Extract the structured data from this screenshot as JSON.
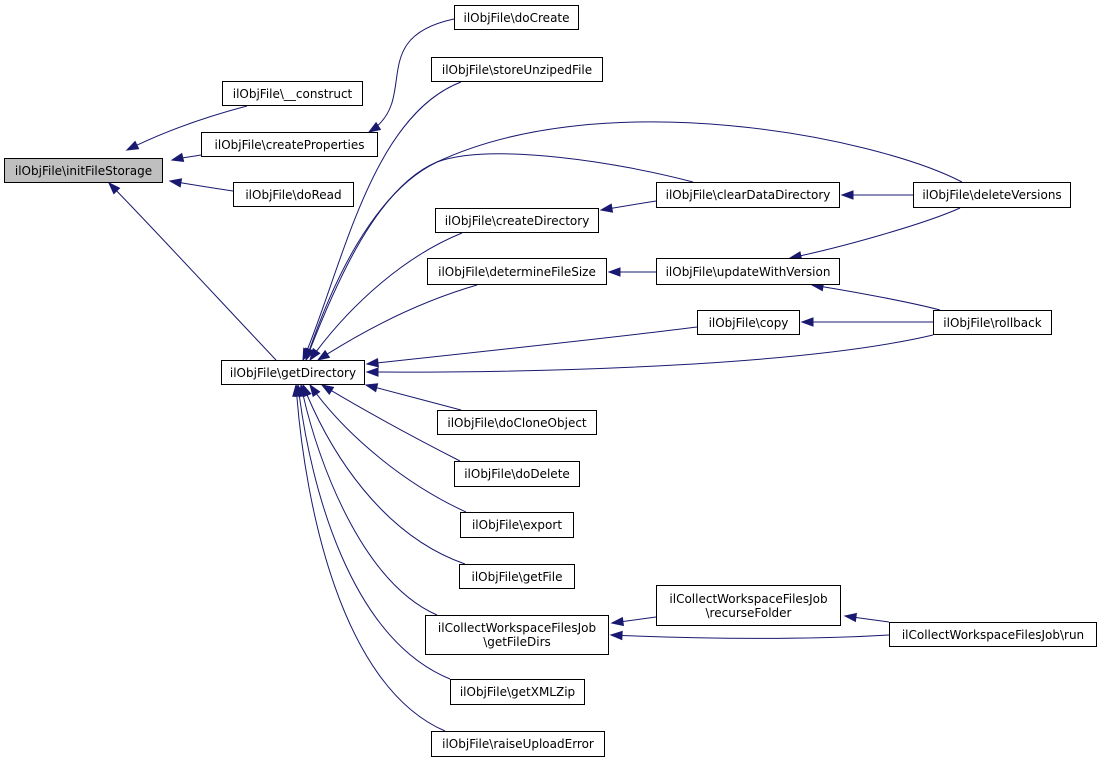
{
  "diagram": {
    "type": "call-graph",
    "colors": {
      "edge": "#191970",
      "node_border": "#000000",
      "root_fill": "#bfbfbf",
      "node_fill": "#ffffff"
    },
    "nodes": [
      {
        "id": "initFileStorage",
        "label": "ilObjFile\\initFileStorage",
        "root": true
      },
      {
        "id": "construct",
        "label": "ilObjFile\\__construct"
      },
      {
        "id": "createProperties",
        "label": "ilObjFile\\createProperties"
      },
      {
        "id": "doRead",
        "label": "ilObjFile\\doRead"
      },
      {
        "id": "getDirectory",
        "label": "ilObjFile\\getDirectory"
      },
      {
        "id": "doCreate",
        "label": "ilObjFile\\doCreate"
      },
      {
        "id": "storeUnzipedFile",
        "label": "ilObjFile\\storeUnzipedFile"
      },
      {
        "id": "createDirectory",
        "label": "ilObjFile\\createDirectory"
      },
      {
        "id": "determineFileSize",
        "label": "ilObjFile\\determineFileSize"
      },
      {
        "id": "doCloneObject",
        "label": "ilObjFile\\doCloneObject"
      },
      {
        "id": "doDelete",
        "label": "ilObjFile\\doDelete"
      },
      {
        "id": "export",
        "label": "ilObjFile\\export"
      },
      {
        "id": "getFile",
        "label": "ilObjFile\\getFile"
      },
      {
        "id": "getFileDirs",
        "label": "ilCollectWorkspaceFilesJob\n\\getFileDirs"
      },
      {
        "id": "getXMLZip",
        "label": "ilObjFile\\getXMLZip"
      },
      {
        "id": "raiseUploadError",
        "label": "ilObjFile\\raiseUploadError"
      },
      {
        "id": "clearDataDirectory",
        "label": "ilObjFile\\clearDataDirectory"
      },
      {
        "id": "updateWithVersion",
        "label": "ilObjFile\\updateWithVersion"
      },
      {
        "id": "copy",
        "label": "ilObjFile\\copy"
      },
      {
        "id": "recurseFolder",
        "label": "ilCollectWorkspaceFilesJob\n\\recurseFolder"
      },
      {
        "id": "deleteVersions",
        "label": "ilObjFile\\deleteVersions"
      },
      {
        "id": "rollback",
        "label": "ilObjFile\\rollback"
      },
      {
        "id": "run",
        "label": "ilCollectWorkspaceFilesJob\\run"
      }
    ],
    "edges": [
      {
        "from": "construct",
        "to": "initFileStorage"
      },
      {
        "from": "createProperties",
        "to": "initFileStorage"
      },
      {
        "from": "doRead",
        "to": "initFileStorage"
      },
      {
        "from": "getDirectory",
        "to": "initFileStorage"
      },
      {
        "from": "doCreate",
        "to": "createProperties"
      },
      {
        "from": "storeUnzipedFile",
        "to": "getDirectory"
      },
      {
        "from": "deleteVersions",
        "to": "getDirectory"
      },
      {
        "from": "clearDataDirectory",
        "to": "getDirectory"
      },
      {
        "from": "createDirectory",
        "to": "getDirectory"
      },
      {
        "from": "determineFileSize",
        "to": "getDirectory"
      },
      {
        "from": "copy",
        "to": "getDirectory"
      },
      {
        "from": "rollback",
        "to": "getDirectory"
      },
      {
        "from": "doCloneObject",
        "to": "getDirectory"
      },
      {
        "from": "doDelete",
        "to": "getDirectory"
      },
      {
        "from": "export",
        "to": "getDirectory"
      },
      {
        "from": "getFile",
        "to": "getDirectory"
      },
      {
        "from": "getFileDirs",
        "to": "getDirectory"
      },
      {
        "from": "getXMLZip",
        "to": "getDirectory"
      },
      {
        "from": "raiseUploadError",
        "to": "getDirectory"
      },
      {
        "from": "clearDataDirectory",
        "to": "createDirectory"
      },
      {
        "from": "updateWithVersion",
        "to": "determineFileSize"
      },
      {
        "from": "deleteVersions",
        "to": "clearDataDirectory"
      },
      {
        "from": "deleteVersions",
        "to": "updateWithVersion"
      },
      {
        "from": "rollback",
        "to": "updateWithVersion"
      },
      {
        "from": "rollback",
        "to": "copy"
      },
      {
        "from": "recurseFolder",
        "to": "getFileDirs"
      },
      {
        "from": "run",
        "to": "getFileDirs"
      },
      {
        "from": "run",
        "to": "recurseFolder"
      }
    ]
  }
}
